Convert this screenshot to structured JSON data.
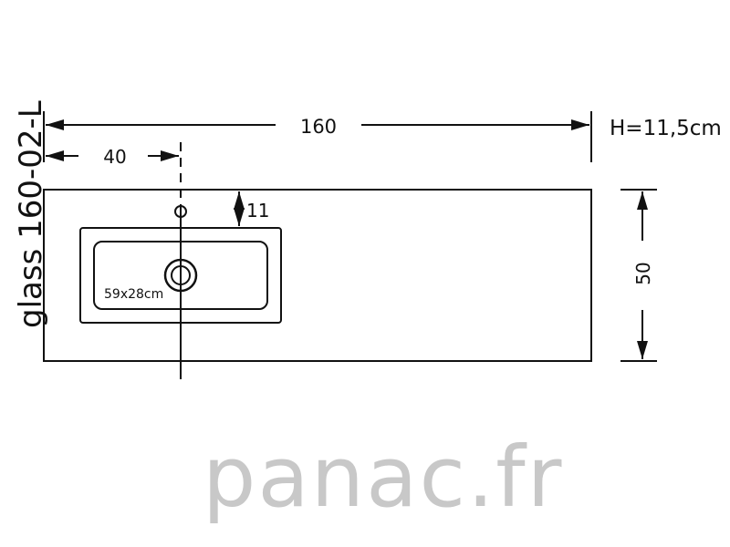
{
  "product": {
    "model": "glass 160-02-L"
  },
  "dimensions": {
    "overall_length": "160",
    "height_note": "H=11,5cm",
    "basin_offset": "40",
    "tap_hole_offset": "11",
    "depth": "50",
    "basin_size": "59x28cm"
  },
  "watermark": {
    "text": "panac.fr"
  },
  "colors": {
    "line": "#111111",
    "watermark": "#c8c8c8",
    "background": "#ffffff"
  }
}
